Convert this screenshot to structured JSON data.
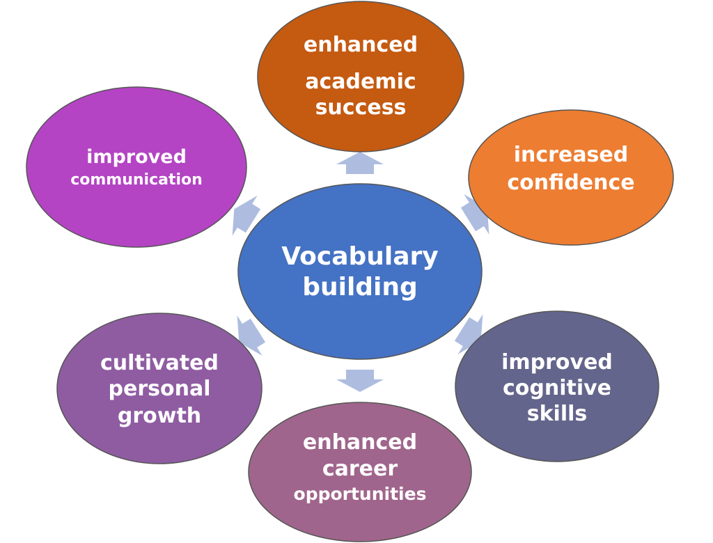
{
  "diagram": {
    "type": "radial-cycle",
    "center": {
      "lines": [
        "Vocabulary",
        "building"
      ],
      "color": "#4472C4"
    },
    "nodes": [
      {
        "id": "academic",
        "lines": [
          "enhanced",
          "academic",
          "success"
        ],
        "color": "#C55A11"
      },
      {
        "id": "confidence",
        "lines": [
          "increased",
          "confidence"
        ],
        "color": "#ED7D31"
      },
      {
        "id": "cognitive",
        "lines": [
          "improved",
          "cognitive",
          "skills"
        ],
        "color": "#63658C"
      },
      {
        "id": "career",
        "lines": [
          "enhanced",
          "career",
          "opportunities"
        ],
        "color": "#A0658C"
      },
      {
        "id": "growth",
        "lines": [
          "cultivated",
          "personal",
          "growth"
        ],
        "color": "#8F5CA2"
      },
      {
        "id": "communication",
        "lines": [
          "improved",
          "communication"
        ],
        "color": "#B444C4"
      }
    ],
    "arrow_color": "#AEBCE0",
    "outline_color": "#555555"
  }
}
